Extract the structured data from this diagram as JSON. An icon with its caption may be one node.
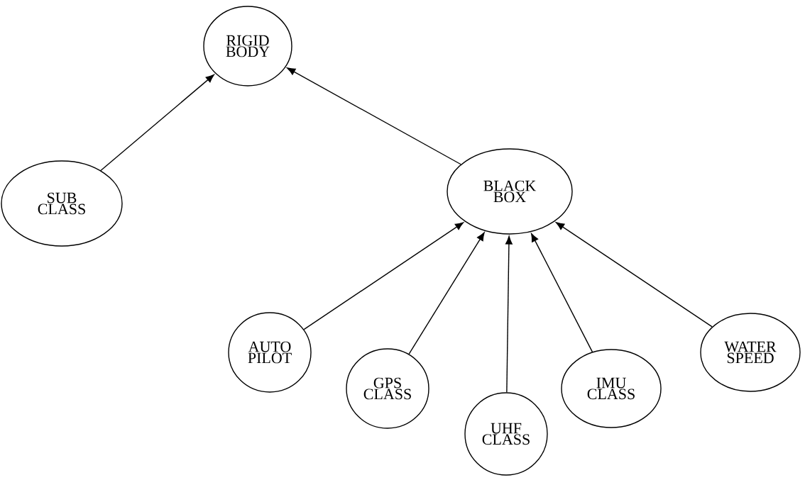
{
  "diagram": {
    "nodes": [
      {
        "text": [
          "RIGID BODY"
        ]
      },
      {
        "text": [
          "SUB CLASS"
        ]
      },
      {
        "text": [
          "BLACK BOX"
        ]
      },
      {
        "text": [
          "AUTO PILOT"
        ]
      },
      {
        "text": [
          "GPS CLASS"
        ]
      },
      {
        "text": [
          "UHF CLASS"
        ]
      },
      {
        "text": [
          "IMU CLASS"
        ]
      },
      {
        "text": [
          "WATER SPEED"
        ]
      }
    ],
    "edges": [
      {
        "from": 1,
        "to": 0,
        "arrow": "to"
      },
      {
        "from": 2,
        "to": 0,
        "arrow": "to"
      },
      {
        "from": 3,
        "to": 2,
        "arrow": "to"
      },
      {
        "from": 4,
        "to": 2,
        "arrow": "to"
      },
      {
        "from": 5,
        "to": 2,
        "arrow": "to"
      },
      {
        "from": 6,
        "to": 2,
        "arrow": "to"
      },
      {
        "from": 7,
        "to": 2,
        "arrow": "to"
      }
    ]
  }
}
